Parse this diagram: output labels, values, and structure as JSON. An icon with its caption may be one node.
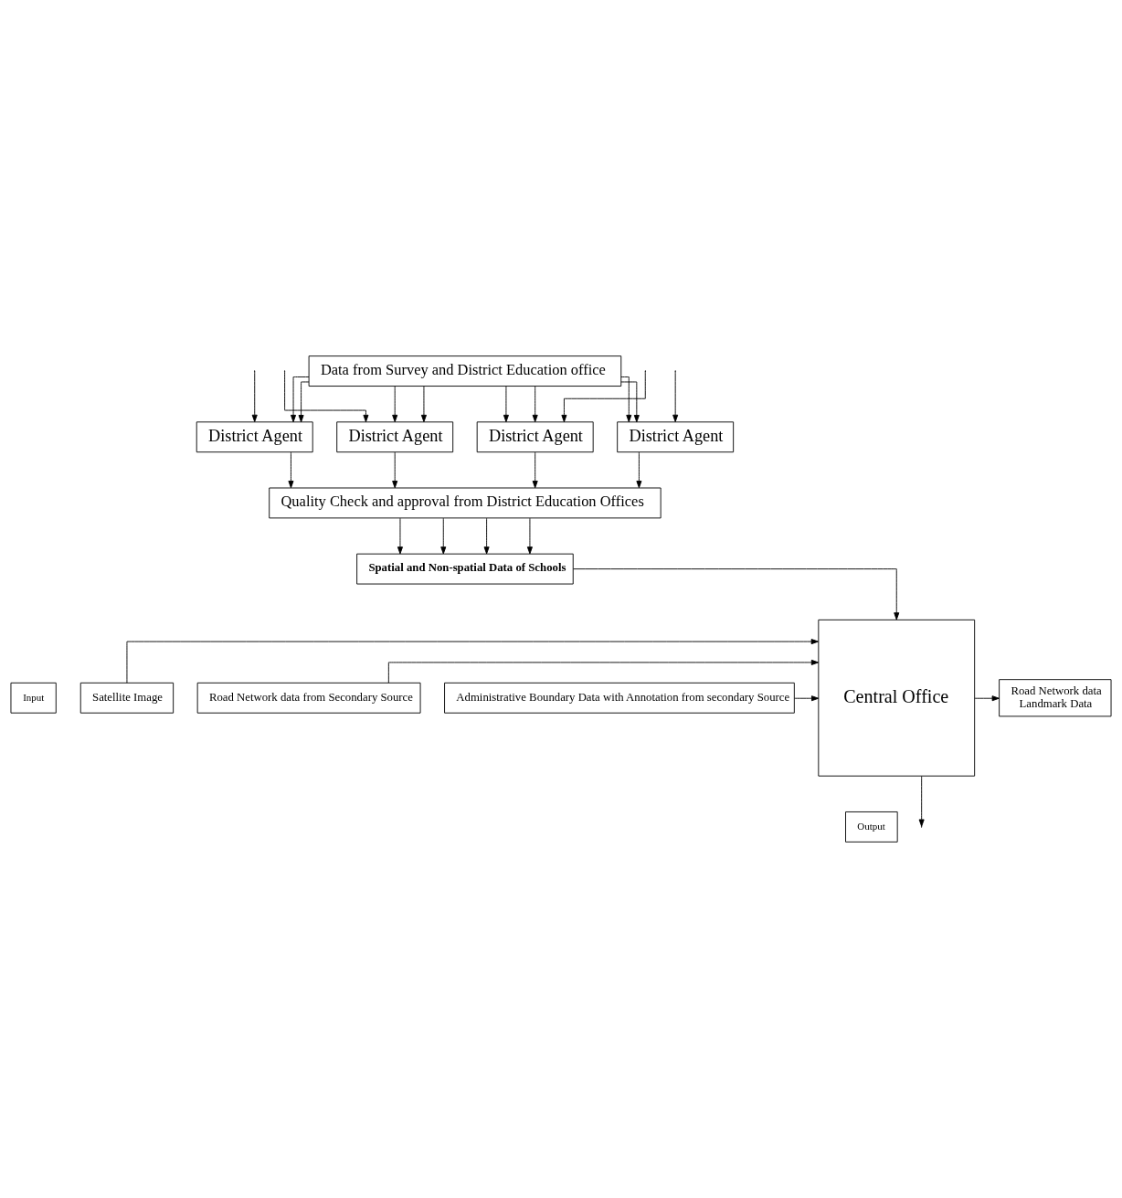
{
  "diagram": {
    "nodes": [
      {
        "text": [
          "Data from Survey and District Education office"
        ]
      },
      {
        "text": [
          "District Agent"
        ]
      },
      {
        "text": [
          "District Agent"
        ]
      },
      {
        "text": [
          "District Agent"
        ]
      },
      {
        "text": [
          "District Agent"
        ]
      },
      {
        "text": [
          "Quality Check and approval from District Education Offices"
        ]
      },
      {
        "text": [
          "Spatial and Non-spatial Data of Schools"
        ]
      },
      {
        "text": [
          "Input"
        ]
      },
      {
        "text": [
          "Central Office"
        ]
      },
      {
        "text": [
          "Satellite Image"
        ]
      },
      {
        "text": [
          "Road Network data from Secondary Source"
        ]
      },
      {
        "text": [
          "Administrative Boundary Data with Annotation from secondary Source"
        ]
      },
      {
        "text": [
          "Road Network data",
          "Landmark Data"
        ]
      },
      {
        "text": [
          "Output"
        ]
      }
    ],
    "edges": [
      {
        "from": 0,
        "to": 1,
        "arrow": "to"
      },
      {
        "from": 0,
        "to": 1,
        "arrow": "to"
      },
      {
        "from": 0,
        "to": 2,
        "arrow": "to"
      },
      {
        "from": 0,
        "to": 2,
        "arrow": "to"
      },
      {
        "from": 0,
        "to": 3,
        "arrow": "to"
      },
      {
        "from": 0,
        "to": 3,
        "arrow": "to"
      },
      {
        "from": 0,
        "to": 4,
        "arrow": "to"
      },
      {
        "from": 0,
        "to": 4,
        "arrow": "to"
      },
      {
        "from": null,
        "to": 1,
        "arrow": "to"
      },
      {
        "from": null,
        "to": 2,
        "arrow": "to"
      },
      {
        "from": null,
        "to": 3,
        "arrow": "to"
      },
      {
        "from": null,
        "to": 4,
        "arrow": "to"
      },
      {
        "from": 1,
        "to": 5,
        "arrow": "to"
      },
      {
        "from": 2,
        "to": 5,
        "arrow": "to"
      },
      {
        "from": 3,
        "to": 5,
        "arrow": "to"
      },
      {
        "from": 4,
        "to": 5,
        "arrow": "to"
      },
      {
        "from": 5,
        "to": 6,
        "arrow": "to"
      },
      {
        "from": 5,
        "to": 6,
        "arrow": "to"
      },
      {
        "from": 5,
        "to": 6,
        "arrow": "to"
      },
      {
        "from": 5,
        "to": 6,
        "arrow": "to"
      },
      {
        "from": 6,
        "to": 8,
        "arrow": "to"
      },
      {
        "from": 9,
        "to": 8,
        "arrow": "to"
      },
      {
        "from": 10,
        "to": 8,
        "arrow": "to"
      },
      {
        "from": 11,
        "to": 8,
        "arrow": "to"
      },
      {
        "from": 8,
        "to": 12,
        "arrow": "to"
      },
      {
        "from": 8,
        "to": null,
        "arrow": "to"
      }
    ]
  }
}
